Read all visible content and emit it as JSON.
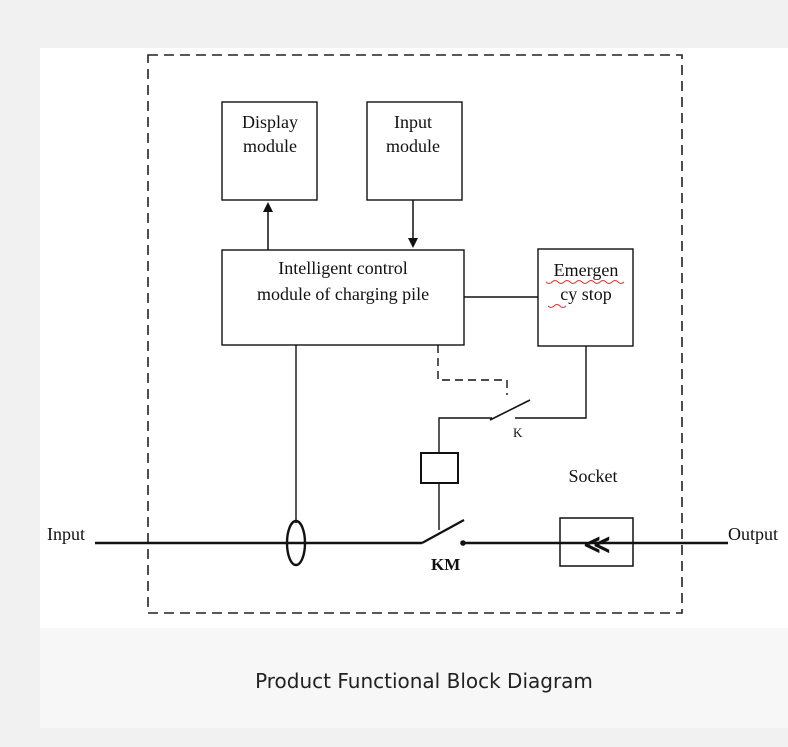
{
  "diagram": {
    "blocks": {
      "display": {
        "line1": "Display",
        "line2": "module"
      },
      "input": {
        "line1": "Input",
        "line2": "module"
      },
      "controller": {
        "line1": "Intelligent control",
        "line2": "module of charging pile"
      },
      "emergency": {
        "line1": "Emergen",
        "line2": "cy stop"
      }
    },
    "labels": {
      "relay_contact": "K",
      "socket": "Socket",
      "input": "Input",
      "output": "Output",
      "contactor": "KM",
      "socket_symbol": "≪"
    },
    "caption": "Product Functional Block Diagram"
  }
}
